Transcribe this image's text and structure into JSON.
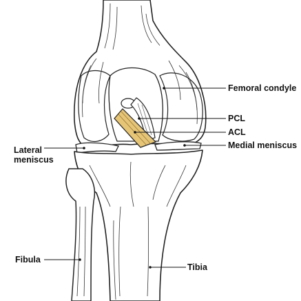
{
  "colors": {
    "ink": "#222222",
    "acl_fill": "#E6C577",
    "bone": "#ffffff"
  },
  "labels": {
    "femoral_condyle": "Femoral condyle",
    "pcl": "PCL",
    "acl": "ACL",
    "medial_meniscus": "Medial meniscus",
    "lateral_line1": "Lateral",
    "lateral_line2": "meniscus",
    "fibula": "Fibula",
    "tibia": "Tibia"
  }
}
